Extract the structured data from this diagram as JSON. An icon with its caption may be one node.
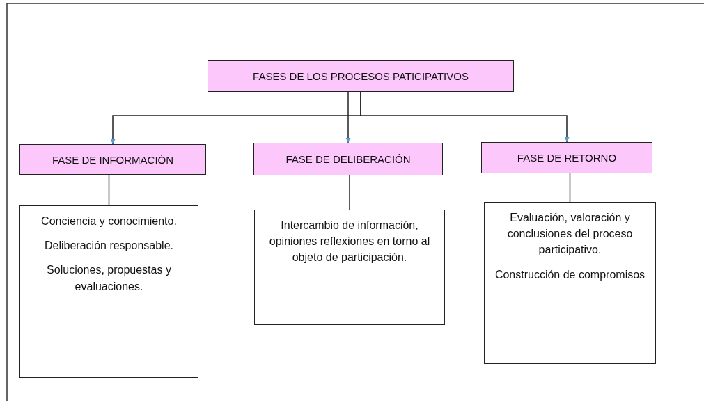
{
  "diagram": {
    "nodes": [
      {
        "text": [
          "FASES DE LOS PROCESOS PATICIPATIVOS"
        ]
      },
      {
        "text": [
          "FASE DE INFORMACIÓN"
        ]
      },
      {
        "text": [
          "FASE DE DELIBERACIÓN"
        ]
      },
      {
        "text": [
          "FASE DE RETORNO"
        ]
      },
      {
        "text": [
          "Conciencia y conocimiento.",
          "Deliberación responsable.",
          "Soluciones, propuestas y evaluaciones."
        ]
      },
      {
        "text": [
          "Intercambio de información, opiniones reflexiones en torno al objeto de participación."
        ]
      },
      {
        "text": [
          "Evaluación, valoración y conclusiones del proceso participativo.",
          "Construcción de compromisos"
        ]
      }
    ],
    "edges": [
      {
        "from": 0,
        "to": 1,
        "arrow": "to"
      },
      {
        "from": 0,
        "to": 2,
        "arrow": "to"
      },
      {
        "from": 0,
        "to": 3,
        "arrow": "to"
      },
      {
        "from": 1,
        "to": 4,
        "arrow": "none"
      },
      {
        "from": 2,
        "to": 5,
        "arrow": "none"
      },
      {
        "from": 3,
        "to": 6,
        "arrow": "none"
      }
    ]
  }
}
